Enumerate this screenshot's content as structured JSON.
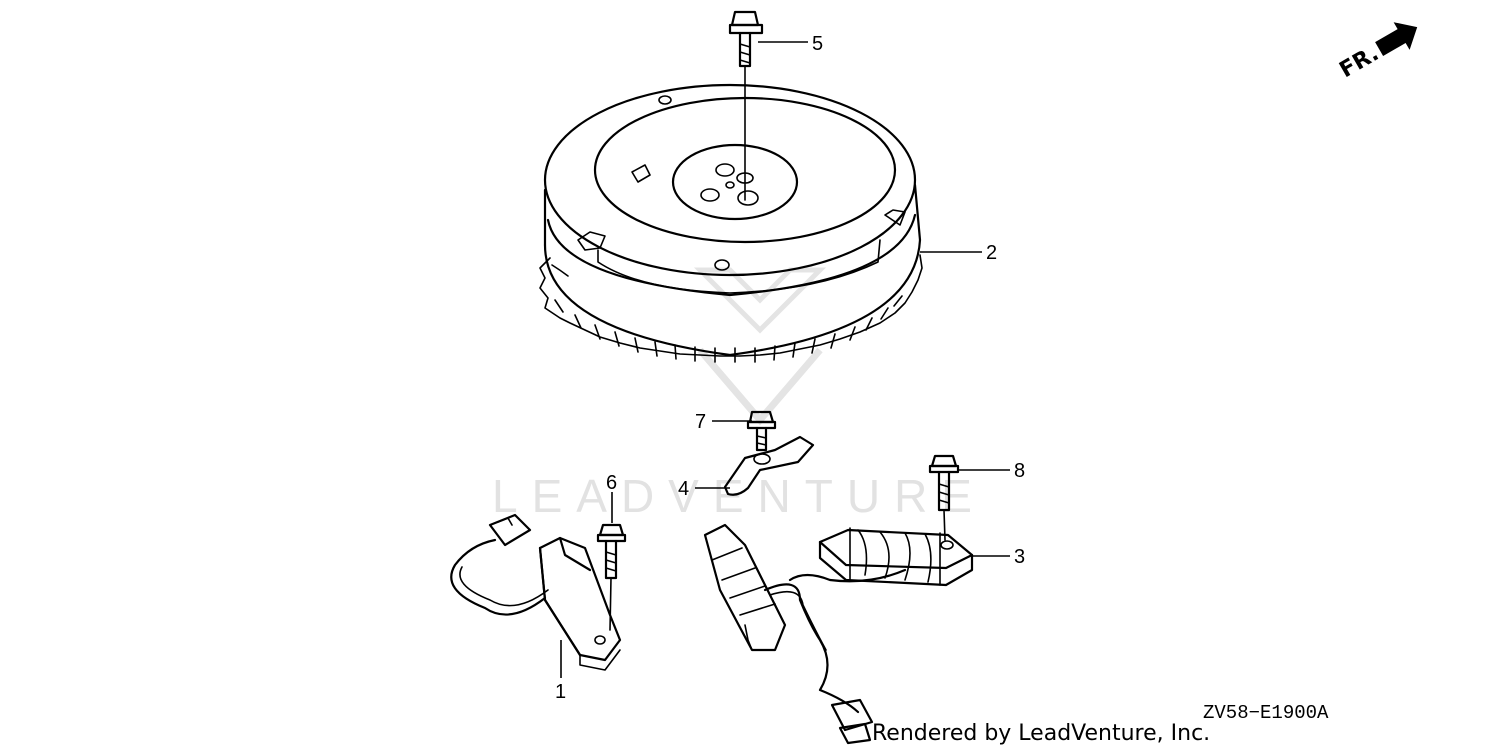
{
  "diagram": {
    "callouts": [
      {
        "id": "1",
        "label": "1"
      },
      {
        "id": "2",
        "label": "2"
      },
      {
        "id": "3",
        "label": "3"
      },
      {
        "id": "4",
        "label": "4"
      },
      {
        "id": "5",
        "label": "5"
      },
      {
        "id": "6",
        "label": "6"
      },
      {
        "id": "7",
        "label": "7"
      },
      {
        "id": "8",
        "label": "8"
      }
    ],
    "direction_indicator": "FR.",
    "diagram_code": "ZV58−E1900A",
    "watermark_text": "LEADVENTURE",
    "credit": "Rendered by LeadVenture, Inc."
  }
}
